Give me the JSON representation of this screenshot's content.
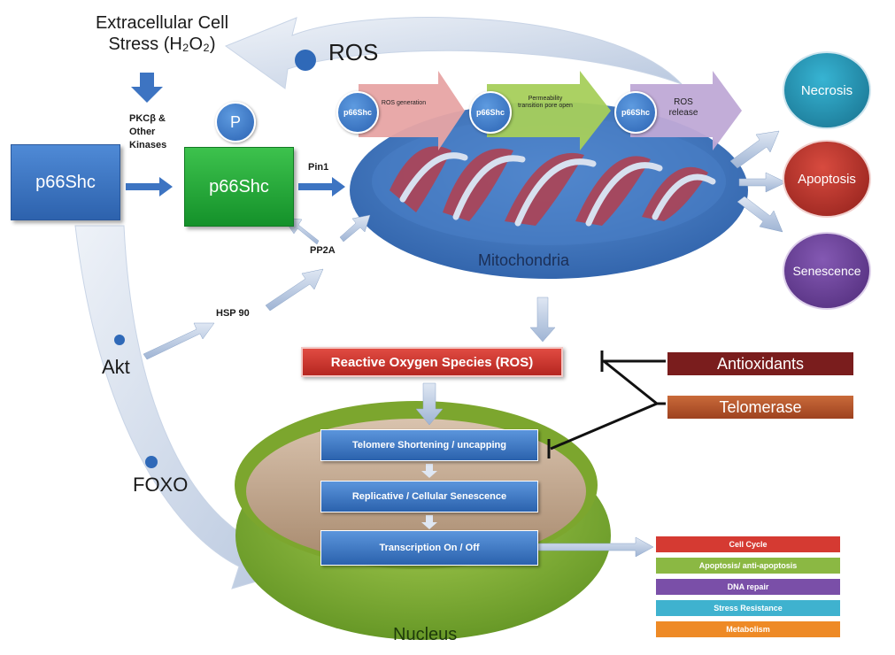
{
  "stress": {
    "line1": "Extracellular Cell",
    "line2": "Stress (H₂O₂)"
  },
  "kinases": {
    "line1": "PKCβ &",
    "line2": "Other",
    "line3": "Kinases"
  },
  "p66_inactive": "p66Shc",
  "p66_active": "p66Shc",
  "phospho": "P",
  "pin1": "Pin1",
  "pp2a": "PP2A",
  "hsp90": "HSP 90",
  "akt": "Akt",
  "foxo": "FOXO",
  "ros_top": "ROS",
  "mito_steps": [
    {
      "badge": "p66Shc",
      "text": "ROS generation"
    },
    {
      "badge": "p66Shc",
      "text": "Permeability transition pore open"
    },
    {
      "badge": "p66Shc",
      "text": "ROS release"
    }
  ],
  "mitochondria": "Mitochondria",
  "fates": {
    "necrosis": "Necrosis",
    "apoptosis": "Apoptosis",
    "senescence": "Senescence"
  },
  "ros_box": "Reactive Oxygen Species (ROS)",
  "antioxidants": "Antioxidants",
  "telomerase": "Telomerase",
  "nucleus_steps": [
    "Telomere Shortening / uncapping",
    "Replicative / Cellular Senescence",
    "Transcription On / Off"
  ],
  "nucleus": "Nucleus",
  "outputs": [
    {
      "label": "Cell Cycle",
      "color": "#d53a32"
    },
    {
      "label": "Apoptosis/ anti-apoptosis",
      "color": "#8bb843"
    },
    {
      "label": "DNA repair",
      "color": "#7a4fa8"
    },
    {
      "label": "Stress Resistance",
      "color": "#3fb2cf"
    },
    {
      "label": "Metabolism",
      "color": "#ee8a26"
    }
  ],
  "colors": {
    "blue": "#3b78c9",
    "green": "#1fa33b",
    "red": "#c62f2a",
    "purple": "#6d3f95",
    "teal": "#1e8aa8",
    "dark_red": "#7a1d1d",
    "brown": "#b5562a",
    "mito_blue": "#3469b3"
  }
}
